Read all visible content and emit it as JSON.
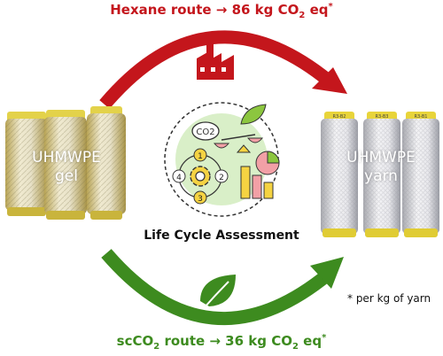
{
  "hexane_route": {
    "label": "Hexane route → 86 kg CO",
    "sub": "2",
    "suffix": " eq",
    "sup": "*",
    "color": "#c4161c"
  },
  "scco2_route": {
    "prefix": "scCO",
    "prefix_sub": "2",
    "label": " route → 36 kg CO",
    "sub": "2",
    "suffix": " eq",
    "sup": "*",
    "color": "#3d8b1f"
  },
  "gel": {
    "line1": "UHMWPE",
    "line2": "gel"
  },
  "yarn": {
    "line1": "UHMWPE",
    "line2": "yarn",
    "bobbin_tags": [
      "R3-B2",
      "R3-B3",
      "R3-B1"
    ]
  },
  "lca": {
    "title": "Life Cycle Assessment",
    "co2_label": "CO2",
    "steps": [
      "1",
      "2",
      "3",
      "4"
    ]
  },
  "footnote": "* per kg of yarn",
  "icons": [
    "factory-icon",
    "leaf-icon",
    "gear-icon",
    "bar-chart-icon",
    "pie-chart-icon",
    "scale-icon"
  ]
}
